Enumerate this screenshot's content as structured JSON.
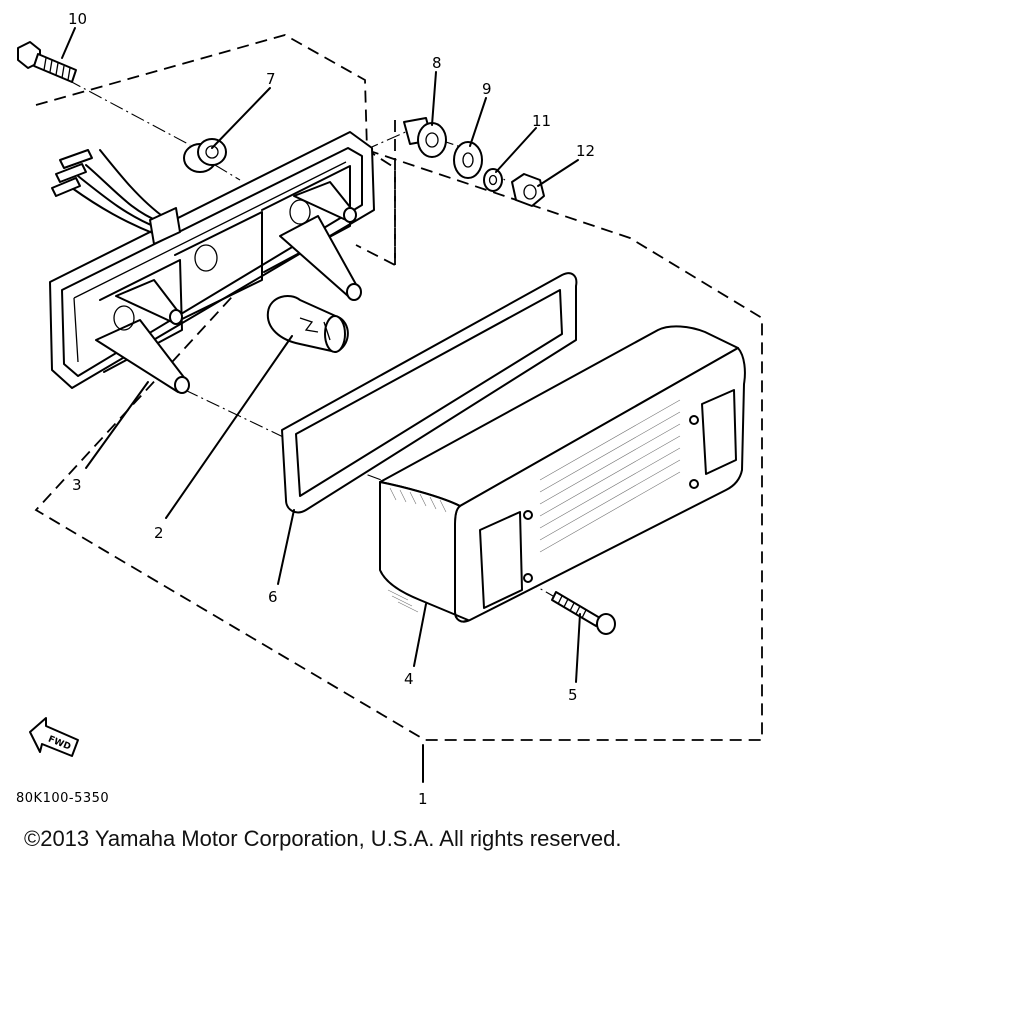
{
  "diagram": {
    "callouts": [
      {
        "id": "10",
        "label": "10"
      },
      {
        "id": "7",
        "label": "7"
      },
      {
        "id": "8",
        "label": "8"
      },
      {
        "id": "9",
        "label": "9"
      },
      {
        "id": "11",
        "label": "11"
      },
      {
        "id": "12",
        "label": "12"
      },
      {
        "id": "3",
        "label": "3"
      },
      {
        "id": "2",
        "label": "2"
      },
      {
        "id": "6",
        "label": "6"
      },
      {
        "id": "4",
        "label": "4"
      },
      {
        "id": "5",
        "label": "5"
      },
      {
        "id": "1",
        "label": "1"
      }
    ],
    "fwd_label": "FWD",
    "reference_code": "80K100-5350"
  },
  "footer": {
    "copyright": "©2013 Yamaha Motor Corporation, U.S.A. All rights reserved."
  }
}
